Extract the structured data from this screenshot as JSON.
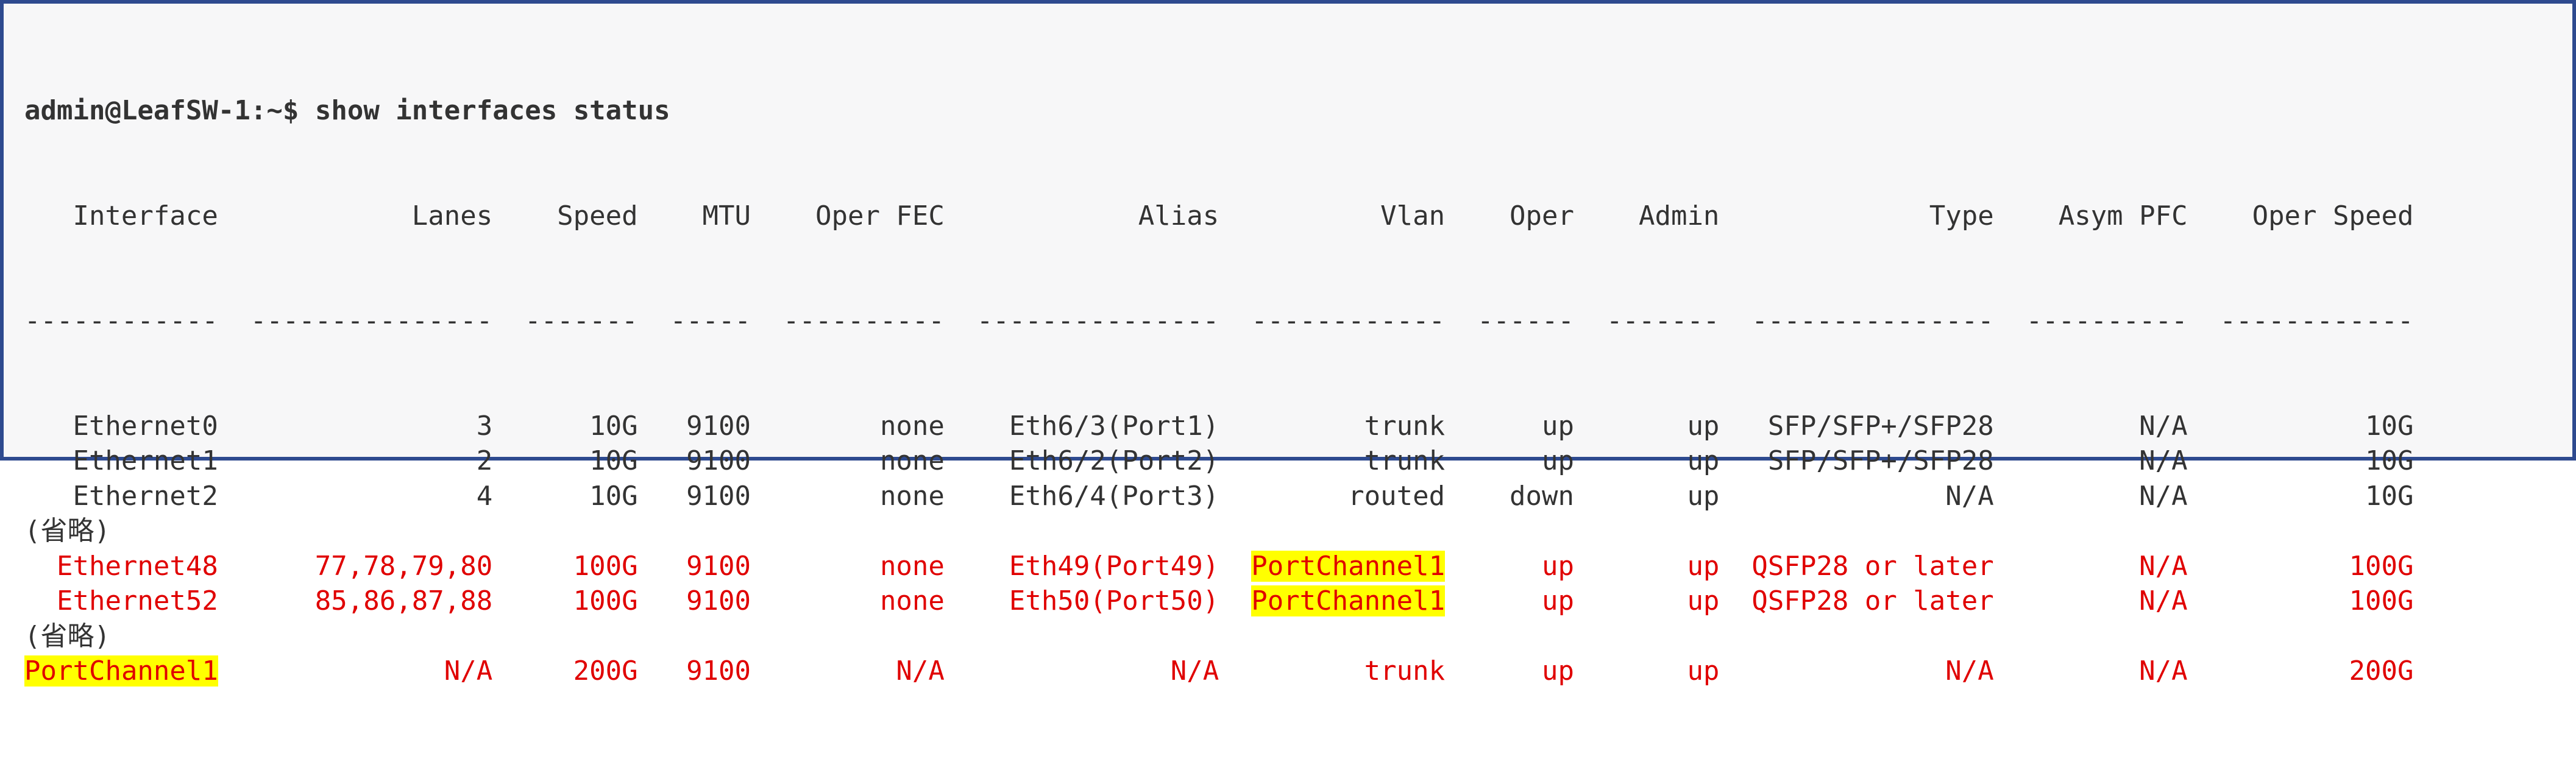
{
  "prompt": "admin@LeafSW-1:~$",
  "command": "show interfaces status",
  "headers": [
    "Interface",
    "Lanes",
    "Speed",
    "MTU",
    "Oper FEC",
    "Alias",
    "Vlan",
    "Oper",
    "Admin",
    "Type",
    "Asym PFC",
    "Oper Speed"
  ],
  "separators": [
    "------------",
    "---------------",
    "-------",
    "-----",
    "----------",
    "---------------",
    "------------",
    "------",
    "-------",
    "---------------",
    "----------",
    "------------"
  ],
  "rows": [
    {
      "cells": [
        "Ethernet0",
        "3",
        "10G",
        "9100",
        "none",
        "Eth6/3(Port1)",
        "trunk",
        "up",
        "up",
        "SFP/SFP+/SFP28",
        "N/A",
        "10G"
      ]
    },
    {
      "cells": [
        "Ethernet1",
        "2",
        "10G",
        "9100",
        "none",
        "Eth6/2(Port2)",
        "trunk",
        "up",
        "up",
        "SFP/SFP+/SFP28",
        "N/A",
        "10G"
      ]
    },
    {
      "cells": [
        "Ethernet2",
        "4",
        "10G",
        "9100",
        "none",
        "Eth6/4(Port3)",
        "routed",
        "down",
        "up",
        "N/A",
        "N/A",
        "10G"
      ]
    },
    {
      "omitted": "(省略)"
    },
    {
      "cells": [
        "Ethernet48",
        "77,78,79,80",
        "100G",
        "9100",
        "none",
        "Eth49(Port49)",
        "PortChannel1",
        "up",
        "up",
        "QSFP28 or later",
        "N/A",
        "100G"
      ],
      "red": true,
      "highlight": [
        6
      ]
    },
    {
      "cells": [
        "Ethernet52",
        "85,86,87,88",
        "100G",
        "9100",
        "none",
        "Eth50(Port50)",
        "PortChannel1",
        "up",
        "up",
        "QSFP28 or later",
        "N/A",
        "100G"
      ],
      "red": true,
      "highlight": [
        6
      ]
    },
    {
      "omitted": "(省略)"
    },
    {
      "cells": [
        "PortChannel1",
        "N/A",
        "200G",
        "9100",
        "N/A",
        "N/A",
        "trunk",
        "up",
        "up",
        "N/A",
        "N/A",
        "200G"
      ],
      "red": true,
      "highlight": [
        0
      ]
    }
  ],
  "colors": {
    "text": "#333333",
    "accent_red": "#e00000",
    "highlight": "#ffff00",
    "border": "#2e4a8f",
    "background": "#f7f7f8"
  }
}
